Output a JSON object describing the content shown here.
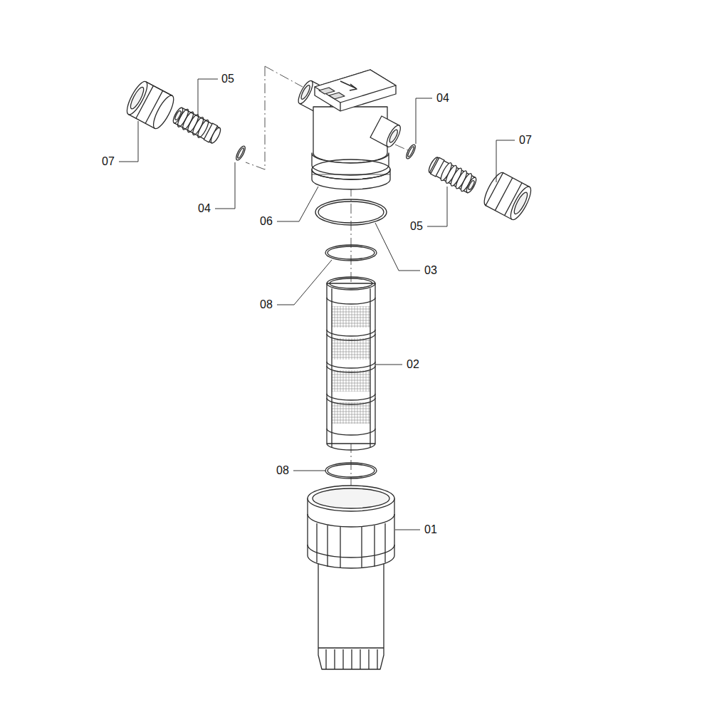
{
  "diagram": {
    "labels": [
      "05",
      "04",
      "07",
      "07",
      "04",
      "06",
      "05",
      "03",
      "08",
      "02",
      "08",
      "01"
    ]
  }
}
